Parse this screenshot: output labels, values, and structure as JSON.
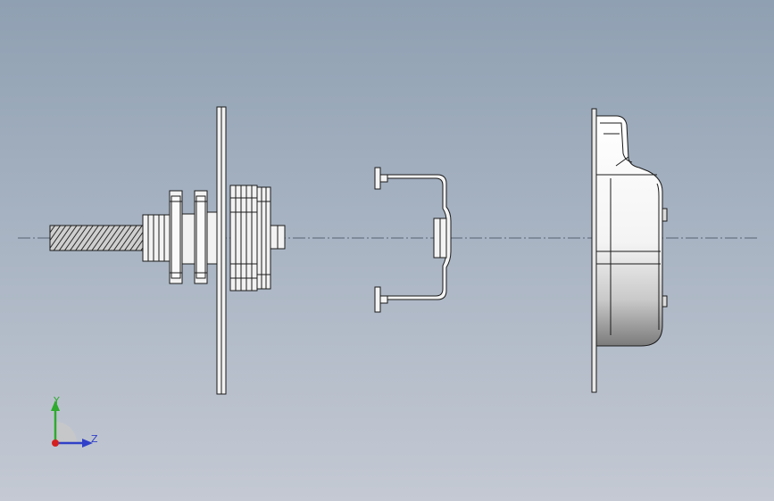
{
  "view": {
    "background_top": "#8fa0b2",
    "background_bottom": "#c4c9d3"
  },
  "triad": {
    "y_label": "Y",
    "z_label": "Z",
    "y_color": "#2eaa2e",
    "z_color": "#3040c8",
    "x_color": "#d42020"
  },
  "parts": [
    "shaft-gear-assembly",
    "bracket",
    "housing"
  ]
}
